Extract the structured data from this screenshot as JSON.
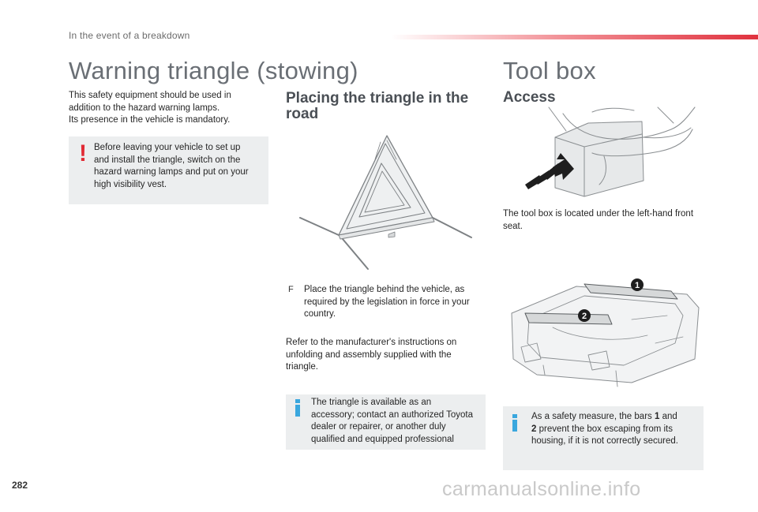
{
  "header": {
    "section_label": "In the event of a breakdown"
  },
  "page_number": "282",
  "left": {
    "title": "Warning triangle (stowing)",
    "intro": [
      "This safety equipment should be used in",
      "addition to the hazard warning lamps.",
      "Its presence in the vehicle is mandatory."
    ],
    "warning_note": [
      "Before leaving your vehicle to set up",
      "and install the triangle, switch on the",
      "hazard warning lamps and put on your",
      "high visibility vest."
    ]
  },
  "middle": {
    "heading": [
      "Placing the triangle in the",
      "road"
    ],
    "bullet_symbol": "F",
    "bullet_text": [
      "Place the triangle behind the vehicle, as",
      "required by the legislation in force in your",
      "country."
    ],
    "paragraph": [
      "Refer to the manufacturer's instructions on",
      "unfolding and assembly supplied with the",
      "triangle."
    ],
    "info_note": [
      "The triangle is available as an",
      "accessory; contact an authorized Toyota",
      "dealer or repairer, or another duly",
      "qualified and equipped professional"
    ]
  },
  "right": {
    "title": "Tool box",
    "heading": "Access",
    "caption": [
      "The tool box is located under the left-hand front",
      "seat."
    ],
    "badge_1": "1",
    "badge_2": "2",
    "info_note": {
      "line1_pre": "As a safety measure, the bars ",
      "line1_bold": "1",
      "line1_post": " and",
      "line2_bold": "2",
      "line2_post": " prevent the box escaping from its",
      "line3": "housing, if it is not correctly secured."
    }
  },
  "watermark": "carmanualsonline.info",
  "colors": {
    "accent_red": "#e12a34",
    "info_blue": "#3aa7de",
    "note_bg": "#eceeef",
    "title_gray": "#6a6f75"
  }
}
